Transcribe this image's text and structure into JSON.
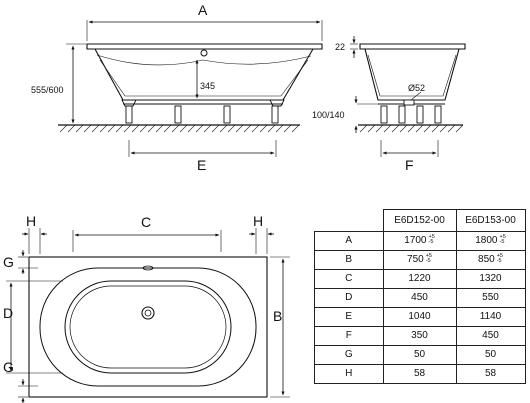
{
  "side_view": {
    "label_a": "A",
    "label_height": "555/600",
    "label_depth": "345",
    "label_e": "E"
  },
  "end_view": {
    "label_rim": "22",
    "label_drain": "Ø52",
    "label_feet": "100/140",
    "label_f": "F"
  },
  "top_view": {
    "label_c": "C",
    "label_h_left": "H",
    "label_h_right": "H",
    "label_g_top": "G",
    "label_g_bottom": "G",
    "label_d": "D",
    "label_b": "B"
  },
  "spec_table": {
    "headers": [
      "",
      "E6D152-00",
      "E6D153-00"
    ],
    "rows": [
      {
        "label": "A",
        "v1": "1700",
        "v1_tol_plus": "+5",
        "v1_tol_minus": "-5",
        "v2": "1800",
        "v2_tol_plus": "+5",
        "v2_tol_minus": "-5"
      },
      {
        "label": "B",
        "v1": "750",
        "v1_tol_plus": "+5",
        "v1_tol_minus": "-5",
        "v2": "850",
        "v2_tol_plus": "+5",
        "v2_tol_minus": "-5"
      },
      {
        "label": "C",
        "v1": "1220",
        "v2": "1320"
      },
      {
        "label": "D",
        "v1": "450",
        "v2": "550"
      },
      {
        "label": "E",
        "v1": "1040",
        "v2": "1140"
      },
      {
        "label": "F",
        "v1": "350",
        "v2": "450"
      },
      {
        "label": "G",
        "v1": "50",
        "v2": "50"
      },
      {
        "label": "H",
        "v1": "58",
        "v2": "58"
      }
    ]
  }
}
